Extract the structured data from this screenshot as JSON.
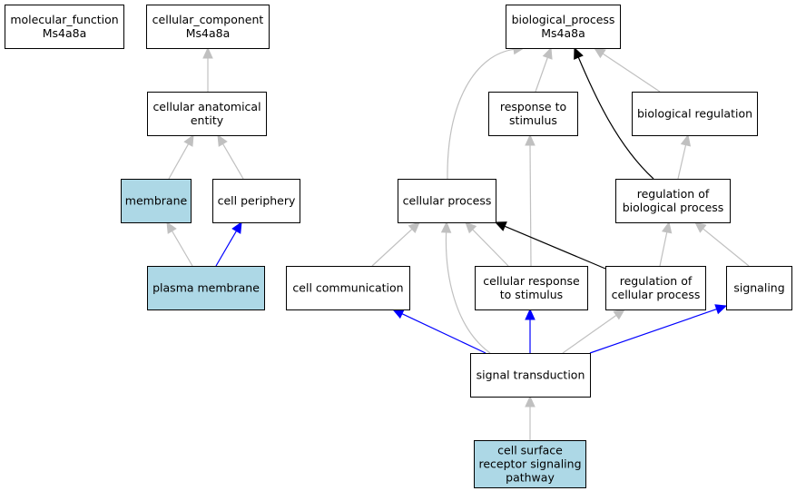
{
  "colors": {
    "highlight_fill": "#add8e6",
    "default_fill": "#ffffff",
    "node_stroke": "#000000",
    "edge_gray": "#c0c0c0",
    "edge_black": "#000000",
    "edge_blue": "#0000ff"
  },
  "nodes": {
    "molecular_function": {
      "lines": [
        "molecular_function",
        "Ms4a8a"
      ],
      "highlight": false
    },
    "cellular_component": {
      "lines": [
        "cellular_component",
        "Ms4a8a"
      ],
      "highlight": false
    },
    "biological_process": {
      "lines": [
        "biological_process",
        "Ms4a8a"
      ],
      "highlight": false
    },
    "cellular_anatomical_entity": {
      "lines": [
        "cellular anatomical",
        "entity"
      ],
      "highlight": false
    },
    "response_to_stimulus": {
      "lines": [
        "response to",
        "stimulus"
      ],
      "highlight": false
    },
    "biological_regulation": {
      "lines": [
        "biological regulation"
      ],
      "highlight": false
    },
    "membrane": {
      "lines": [
        "membrane"
      ],
      "highlight": true
    },
    "cell_periphery": {
      "lines": [
        "cell periphery"
      ],
      "highlight": false
    },
    "cellular_process": {
      "lines": [
        "cellular process"
      ],
      "highlight": false
    },
    "regulation_of_biological_process": {
      "lines": [
        "regulation of",
        "biological process"
      ],
      "highlight": false
    },
    "plasma_membrane": {
      "lines": [
        "plasma membrane"
      ],
      "highlight": true
    },
    "cell_communication": {
      "lines": [
        "cell communication"
      ],
      "highlight": false
    },
    "cellular_response_to_stimulus": {
      "lines": [
        "cellular response",
        "to stimulus"
      ],
      "highlight": false
    },
    "regulation_of_cellular_process": {
      "lines": [
        "regulation of",
        "cellular process"
      ],
      "highlight": false
    },
    "signaling": {
      "lines": [
        "signaling"
      ],
      "highlight": false
    },
    "signal_transduction": {
      "lines": [
        "signal transduction"
      ],
      "highlight": false
    },
    "cell_surface_receptor_signaling_pathway": {
      "lines": [
        "cell surface",
        "receptor signaling",
        "pathway"
      ],
      "highlight": true
    }
  },
  "edges": [
    {
      "from": "cellular_anatomical_entity",
      "to": "cellular_component",
      "color": "gray"
    },
    {
      "from": "membrane",
      "to": "cellular_anatomical_entity",
      "color": "gray"
    },
    {
      "from": "cell_periphery",
      "to": "cellular_anatomical_entity",
      "color": "gray"
    },
    {
      "from": "plasma_membrane",
      "to": "membrane",
      "color": "gray"
    },
    {
      "from": "plasma_membrane",
      "to": "cell_periphery",
      "color": "blue"
    },
    {
      "from": "cellular_process",
      "to": "biological_process",
      "color": "gray"
    },
    {
      "from": "response_to_stimulus",
      "to": "biological_process",
      "color": "gray"
    },
    {
      "from": "regulation_of_biological_process",
      "to": "biological_process",
      "color": "black"
    },
    {
      "from": "biological_regulation",
      "to": "biological_process",
      "color": "gray"
    },
    {
      "from": "regulation_of_biological_process",
      "to": "biological_regulation",
      "color": "gray"
    },
    {
      "from": "cell_communication",
      "to": "cellular_process",
      "color": "gray"
    },
    {
      "from": "cellular_response_to_stimulus",
      "to": "cellular_process",
      "color": "gray"
    },
    {
      "from": "cellular_response_to_stimulus",
      "to": "response_to_stimulus",
      "color": "gray"
    },
    {
      "from": "regulation_of_cellular_process",
      "to": "cellular_process",
      "color": "black"
    },
    {
      "from": "regulation_of_cellular_process",
      "to": "regulation_of_biological_process",
      "color": "gray"
    },
    {
      "from": "signaling",
      "to": "regulation_of_biological_process",
      "color": "gray"
    },
    {
      "from": "signal_transduction",
      "to": "cell_communication",
      "color": "blue"
    },
    {
      "from": "signal_transduction",
      "to": "cellular_process",
      "color": "gray"
    },
    {
      "from": "signal_transduction",
      "to": "cellular_response_to_stimulus",
      "color": "blue"
    },
    {
      "from": "signal_transduction",
      "to": "regulation_of_cellular_process",
      "color": "gray"
    },
    {
      "from": "signal_transduction",
      "to": "signaling",
      "color": "blue"
    },
    {
      "from": "cell_surface_receptor_signaling_pathway",
      "to": "signal_transduction",
      "color": "gray"
    }
  ]
}
